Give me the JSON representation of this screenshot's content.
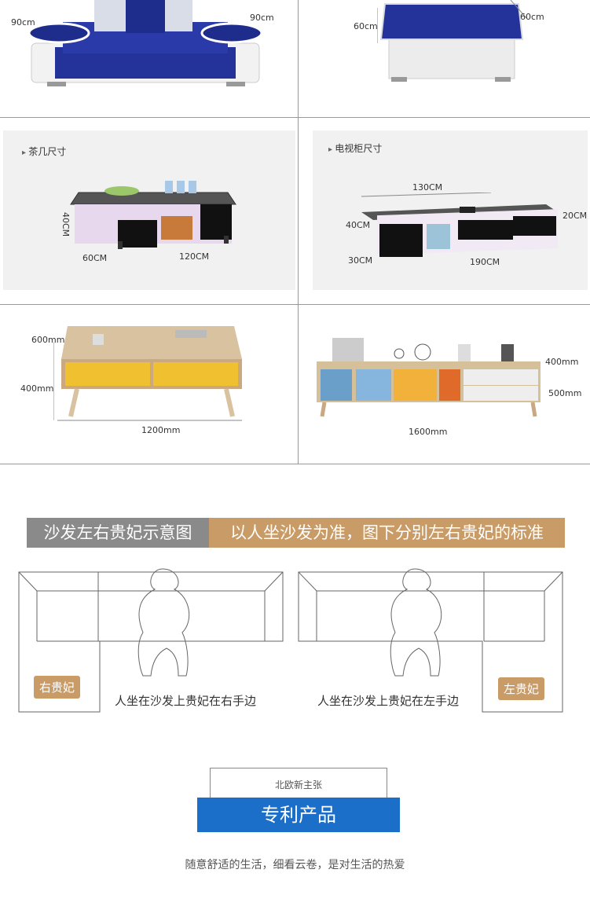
{
  "sofa_top": {
    "arm_width": "90cm",
    "arm_width_right": "90cm"
  },
  "ottoman": {
    "height": "60cm",
    "depth": "60cm"
  },
  "coffee_table_glass": {
    "title": "茶几尺寸",
    "height": "40CM",
    "depth": "60CM",
    "length": "120CM"
  },
  "tv_cabinet_glass": {
    "title": "电视柜尺寸",
    "top_length": "130CM",
    "height": "40CM",
    "depth": "30CM",
    "bottom_length": "190CM",
    "right_height": "20CM"
  },
  "coffee_table_wood": {
    "depth": "600mm",
    "height": "400mm",
    "length": "1200mm"
  },
  "tv_cabinet_wood": {
    "height_top": "400mm",
    "height": "500mm",
    "length": "1600mm"
  },
  "banner": {
    "left": "沙发左右贵妃示意图",
    "right": "以人坐沙发为准，图下分别左右贵妃的标准"
  },
  "diagram_left": {
    "tag": "右贵妃",
    "caption": "人坐在沙发上贵妃在右手边"
  },
  "diagram_right": {
    "tag": "左贵妃",
    "caption": "人坐在沙发上贵妃在左手边"
  },
  "patent": {
    "subtitle": "北欧新主张",
    "title": "专利产品",
    "tagline": "随意舒适的生活，细看云卷，是对生活的热爱"
  },
  "colors": {
    "sofa_blue": "#23339a",
    "gold": "#c99b66",
    "grey": "#8a8a8a",
    "patent_blue": "#1c6fc8"
  }
}
